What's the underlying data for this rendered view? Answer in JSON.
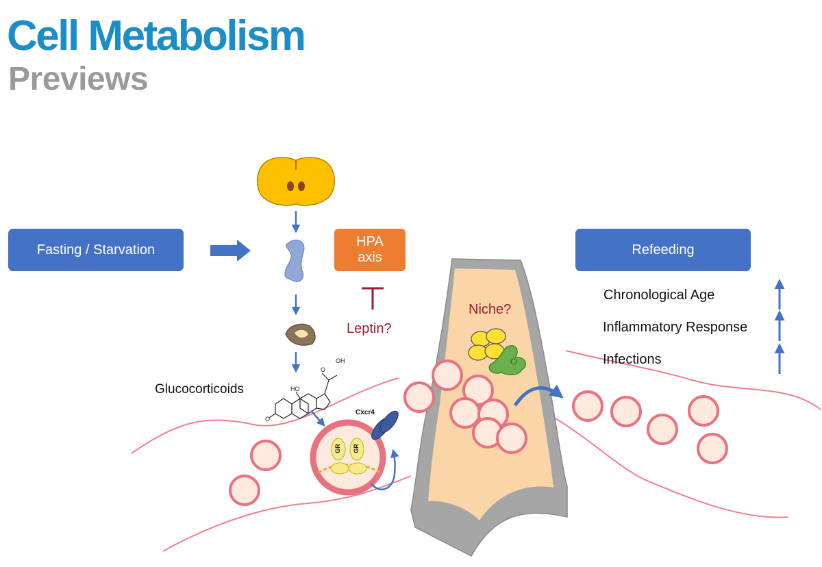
{
  "header": {
    "journal": "Cell Metabolism",
    "section": "Previews"
  },
  "diagram": {
    "fasting_label": "Fasting / Starvation",
    "refeeding_label": "Refeeding",
    "hpa_line1": "HPA",
    "hpa_line2": "axis",
    "leptin_label": "Leptin?",
    "niche_label": "Niche?",
    "glucocorticoids_label": "Glucocorticoids",
    "receptor_label": "Cxcr4",
    "gr_label": "GR",
    "outcomes": [
      {
        "label": "Chronological Age",
        "direction": "up"
      },
      {
        "label": "Inflammatory Response",
        "direction": "up"
      },
      {
        "label": "Infections",
        "direction": "up"
      }
    ],
    "colors": {
      "blue_box": "#4472c4",
      "orange_box": "#ed7d31",
      "inhibition_red": "#9b1c2c",
      "vessel_pink": "#f07f8e",
      "bone_fill": "#f9d5a7",
      "bone_cortex": "#a6a6a6",
      "brain_yellow": "#ffc000"
    }
  }
}
